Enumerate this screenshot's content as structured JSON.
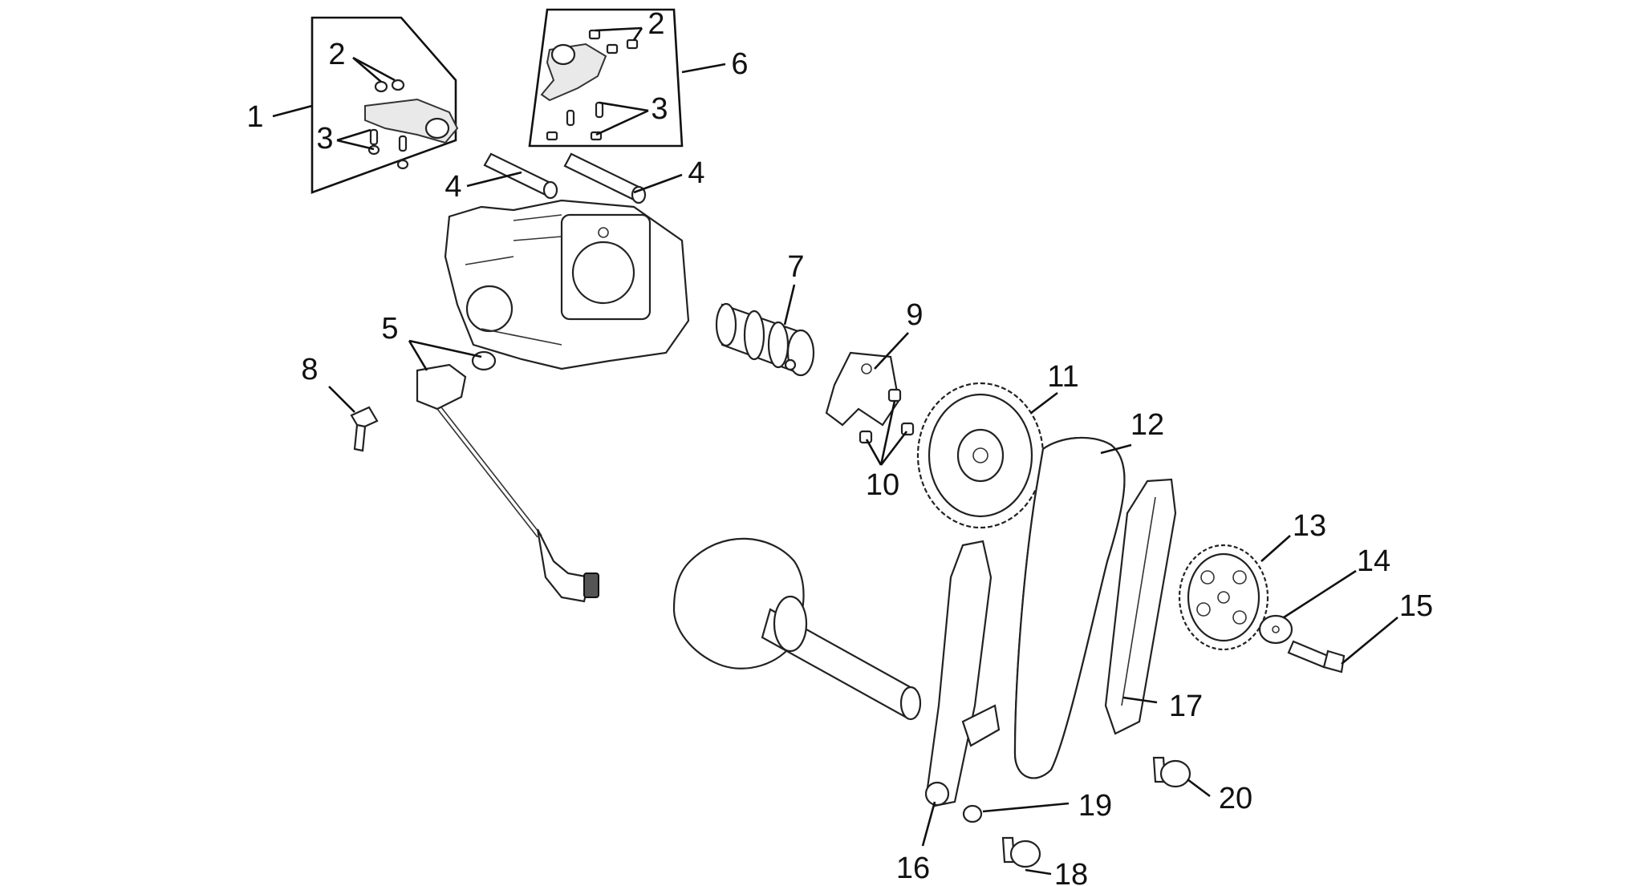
{
  "diagram": {
    "callouts": [
      {
        "id": "c1a",
        "text": "1"
      },
      {
        "id": "c2a",
        "text": "2"
      },
      {
        "id": "c2b",
        "text": "2"
      },
      {
        "id": "c3a",
        "text": "3"
      },
      {
        "id": "c3b",
        "text": "3"
      },
      {
        "id": "c4a",
        "text": "4"
      },
      {
        "id": "c4b",
        "text": "4"
      },
      {
        "id": "c5",
        "text": "5"
      },
      {
        "id": "c6",
        "text": "6"
      },
      {
        "id": "c7",
        "text": "7"
      },
      {
        "id": "c8",
        "text": "8"
      },
      {
        "id": "c9",
        "text": "9"
      },
      {
        "id": "c10",
        "text": "10"
      },
      {
        "id": "c11",
        "text": "11"
      },
      {
        "id": "c12",
        "text": "12"
      },
      {
        "id": "c13",
        "text": "13"
      },
      {
        "id": "c14",
        "text": "14"
      },
      {
        "id": "c15",
        "text": "15"
      },
      {
        "id": "c16",
        "text": "16"
      },
      {
        "id": "c17",
        "text": "17"
      },
      {
        "id": "c18",
        "text": "18"
      },
      {
        "id": "c19",
        "text": "19"
      },
      {
        "id": "c20",
        "text": "20"
      }
    ]
  }
}
